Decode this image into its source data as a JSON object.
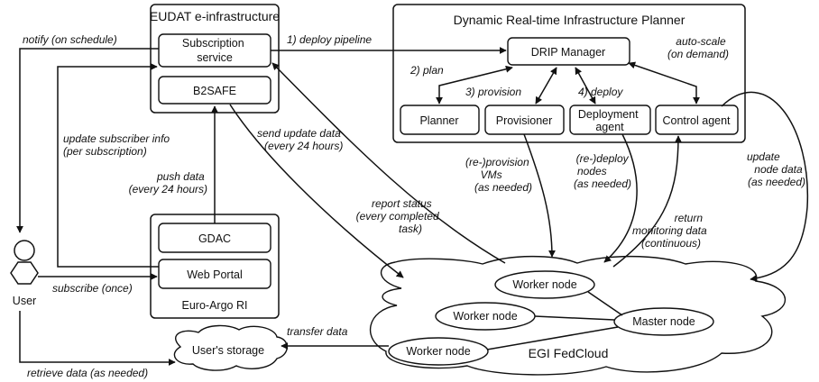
{
  "eudat": {
    "title": "EUDAT e-infrastructure",
    "subscription": [
      "Subscription",
      "service"
    ],
    "b2safe": "B2SAFE"
  },
  "drip": {
    "title": "Dynamic Real-time Infrastructure Planner",
    "manager": "DRIP Manager",
    "planner": "Planner",
    "provisioner": "Provisioner",
    "deployment_agent": [
      "Deployment",
      "agent"
    ],
    "control_agent": "Control agent"
  },
  "euroargo": {
    "title": "Euro-Argo RI",
    "gdac": "GDAC",
    "web_portal": "Web Portal"
  },
  "user": {
    "label": "User"
  },
  "storage": {
    "label": "User's storage"
  },
  "cloud": {
    "label": "EGI FedCloud",
    "worker_node": "Worker node",
    "master_node": "Master node"
  },
  "edges": {
    "notify": "notify (on schedule)",
    "deploy_pipeline": "1) deploy pipeline",
    "plan": "2) plan",
    "provision": "3) provision",
    "deploy": "4) deploy",
    "autoscale": [
      "auto-scale",
      "(on demand)"
    ],
    "update_subscriber": [
      "update subscriber info",
      "(per subscription)"
    ],
    "push_data": [
      "push data",
      "(every 24 hours)"
    ],
    "send_update": [
      "send update data",
      "(every 24 hours)"
    ],
    "reprovision": [
      "(re-)provision",
      "VMs",
      "(as needed)"
    ],
    "redeploy": [
      "(re-)deploy",
      "nodes",
      "(as needed)"
    ],
    "update_node": [
      "update",
      "node data",
      "(as needed)"
    ],
    "report_status": [
      "report status",
      "(every completed",
      "task)"
    ],
    "return_monitoring": [
      "return",
      "monitoring data",
      "(continuous)"
    ],
    "subscribe": "subscribe (once)",
    "transfer": "transfer data",
    "retrieve": "retrieve data (as needed)"
  }
}
